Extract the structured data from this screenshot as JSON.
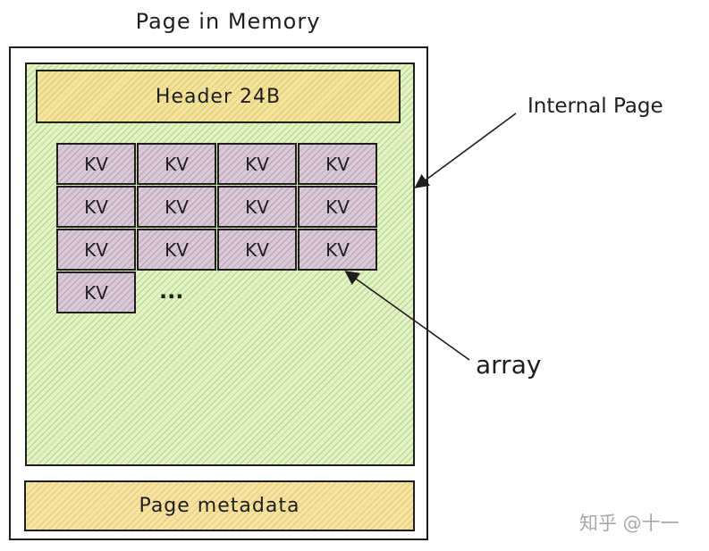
{
  "diagram": {
    "title": "Page in Memory",
    "header_label": "Header 24B",
    "kv_label": "KV",
    "kv_count": 13,
    "ellipsis": "...",
    "metadata_label": "Page metadata",
    "annotations": {
      "internal_page": "Internal Page",
      "array": "array"
    },
    "watermark": "知乎 @十一"
  },
  "colors": {
    "outline": "#1e1e1e",
    "page_fill": "#e4f2c6",
    "header_fill": "#f2e4a0",
    "kv_fill": "#d9c9d6",
    "metadata_fill": "#f5e3a6",
    "watermark": "#a8a8a8"
  }
}
